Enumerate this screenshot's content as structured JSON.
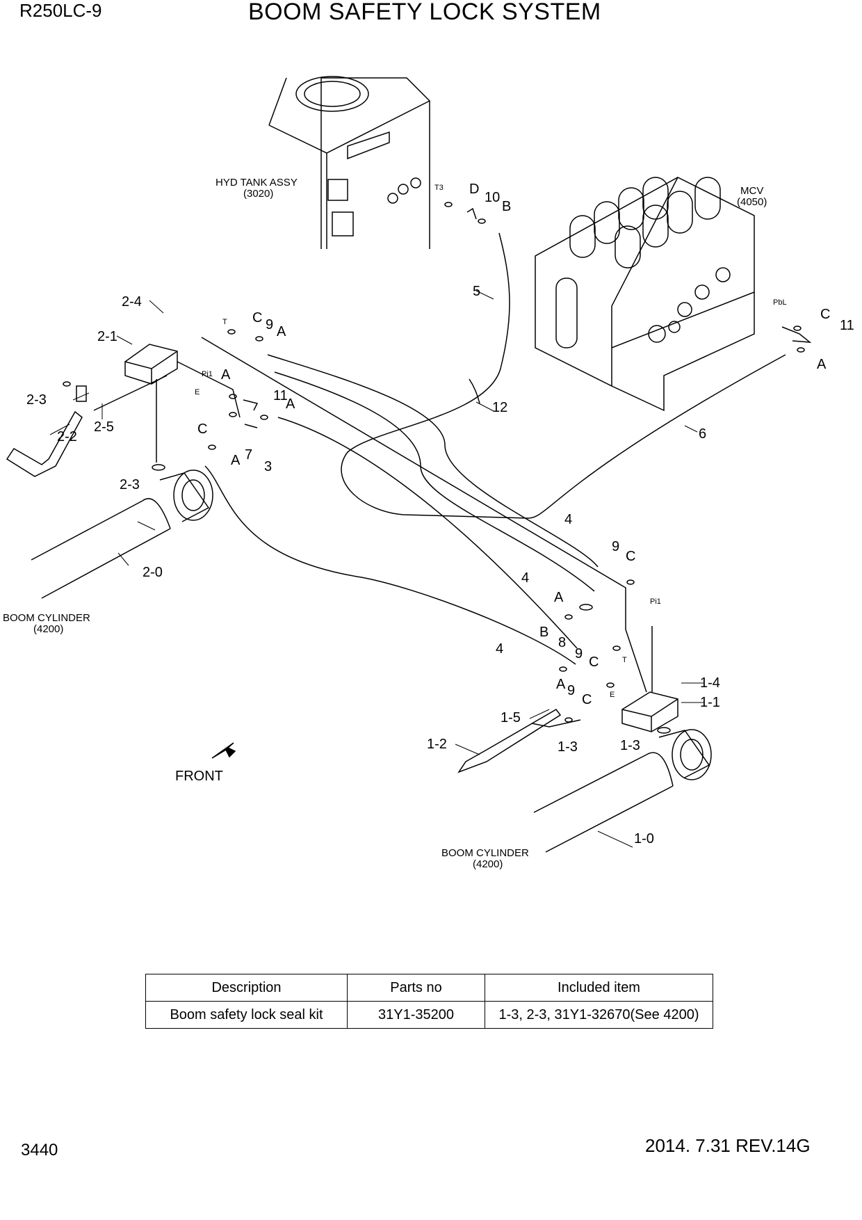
{
  "header": {
    "model": "R250LC-9",
    "title": "BOOM SAFETY LOCK SYSTEM"
  },
  "footer": {
    "page_number": "3440",
    "revision": "2014. 7.31  REV.14G"
  },
  "captions": {
    "hyd_tank": [
      "HYD TANK ASSY",
      "(3020)"
    ],
    "mcv": [
      "MCV",
      "(4050)"
    ],
    "boom_cyl_left": [
      "BOOM CYLINDER",
      "(4200)"
    ],
    "boom_cyl_right": [
      "BOOM CYLINDER",
      "(4200)"
    ],
    "front": "FRONT"
  },
  "callouts": {
    "t3": "T3",
    "d": "D",
    "n10": "10",
    "b1": "B",
    "n5": "5",
    "n24": "2-4",
    "t1": "T",
    "c1": "C",
    "n9a": "9",
    "a1": "A",
    "n21": "2-1",
    "pi1a": "Pi1",
    "a2": "A",
    "e1": "E",
    "n11a": "11",
    "a3": "A",
    "c2": "C",
    "n23a": "2-3",
    "n25": "2-5",
    "n22": "2-2",
    "n7": "7",
    "a4": "A",
    "n3": "3",
    "n23b": "2-3",
    "n20": "2-0",
    "pbl": "PbL",
    "c3": "C",
    "n11b": "11",
    "a5": "A",
    "n12": "12",
    "n6": "6",
    "n4a": "4",
    "n9b": "9",
    "c4": "C",
    "pi1b": "Pi1",
    "n4b": "4",
    "a6": "A",
    "b2": "B",
    "n8": "8",
    "n4c": "4",
    "n9c": "9",
    "c5": "C",
    "t2": "T",
    "a7": "A",
    "n9d": "9",
    "c6": "C",
    "e2": "E",
    "n14": "1-4",
    "n11c": "1-1",
    "n15": "1-5",
    "n13a": "1-3",
    "n13b": "1-3",
    "n12b": "1-2",
    "n10b": "1-0"
  },
  "parts_table": {
    "headers": [
      "Description",
      "Parts no",
      "Included item"
    ],
    "rows": [
      [
        "Boom safety lock seal kit",
        "31Y1-35200",
        "1-3, 2-3, 31Y1-32670(See 4200)"
      ]
    ]
  }
}
